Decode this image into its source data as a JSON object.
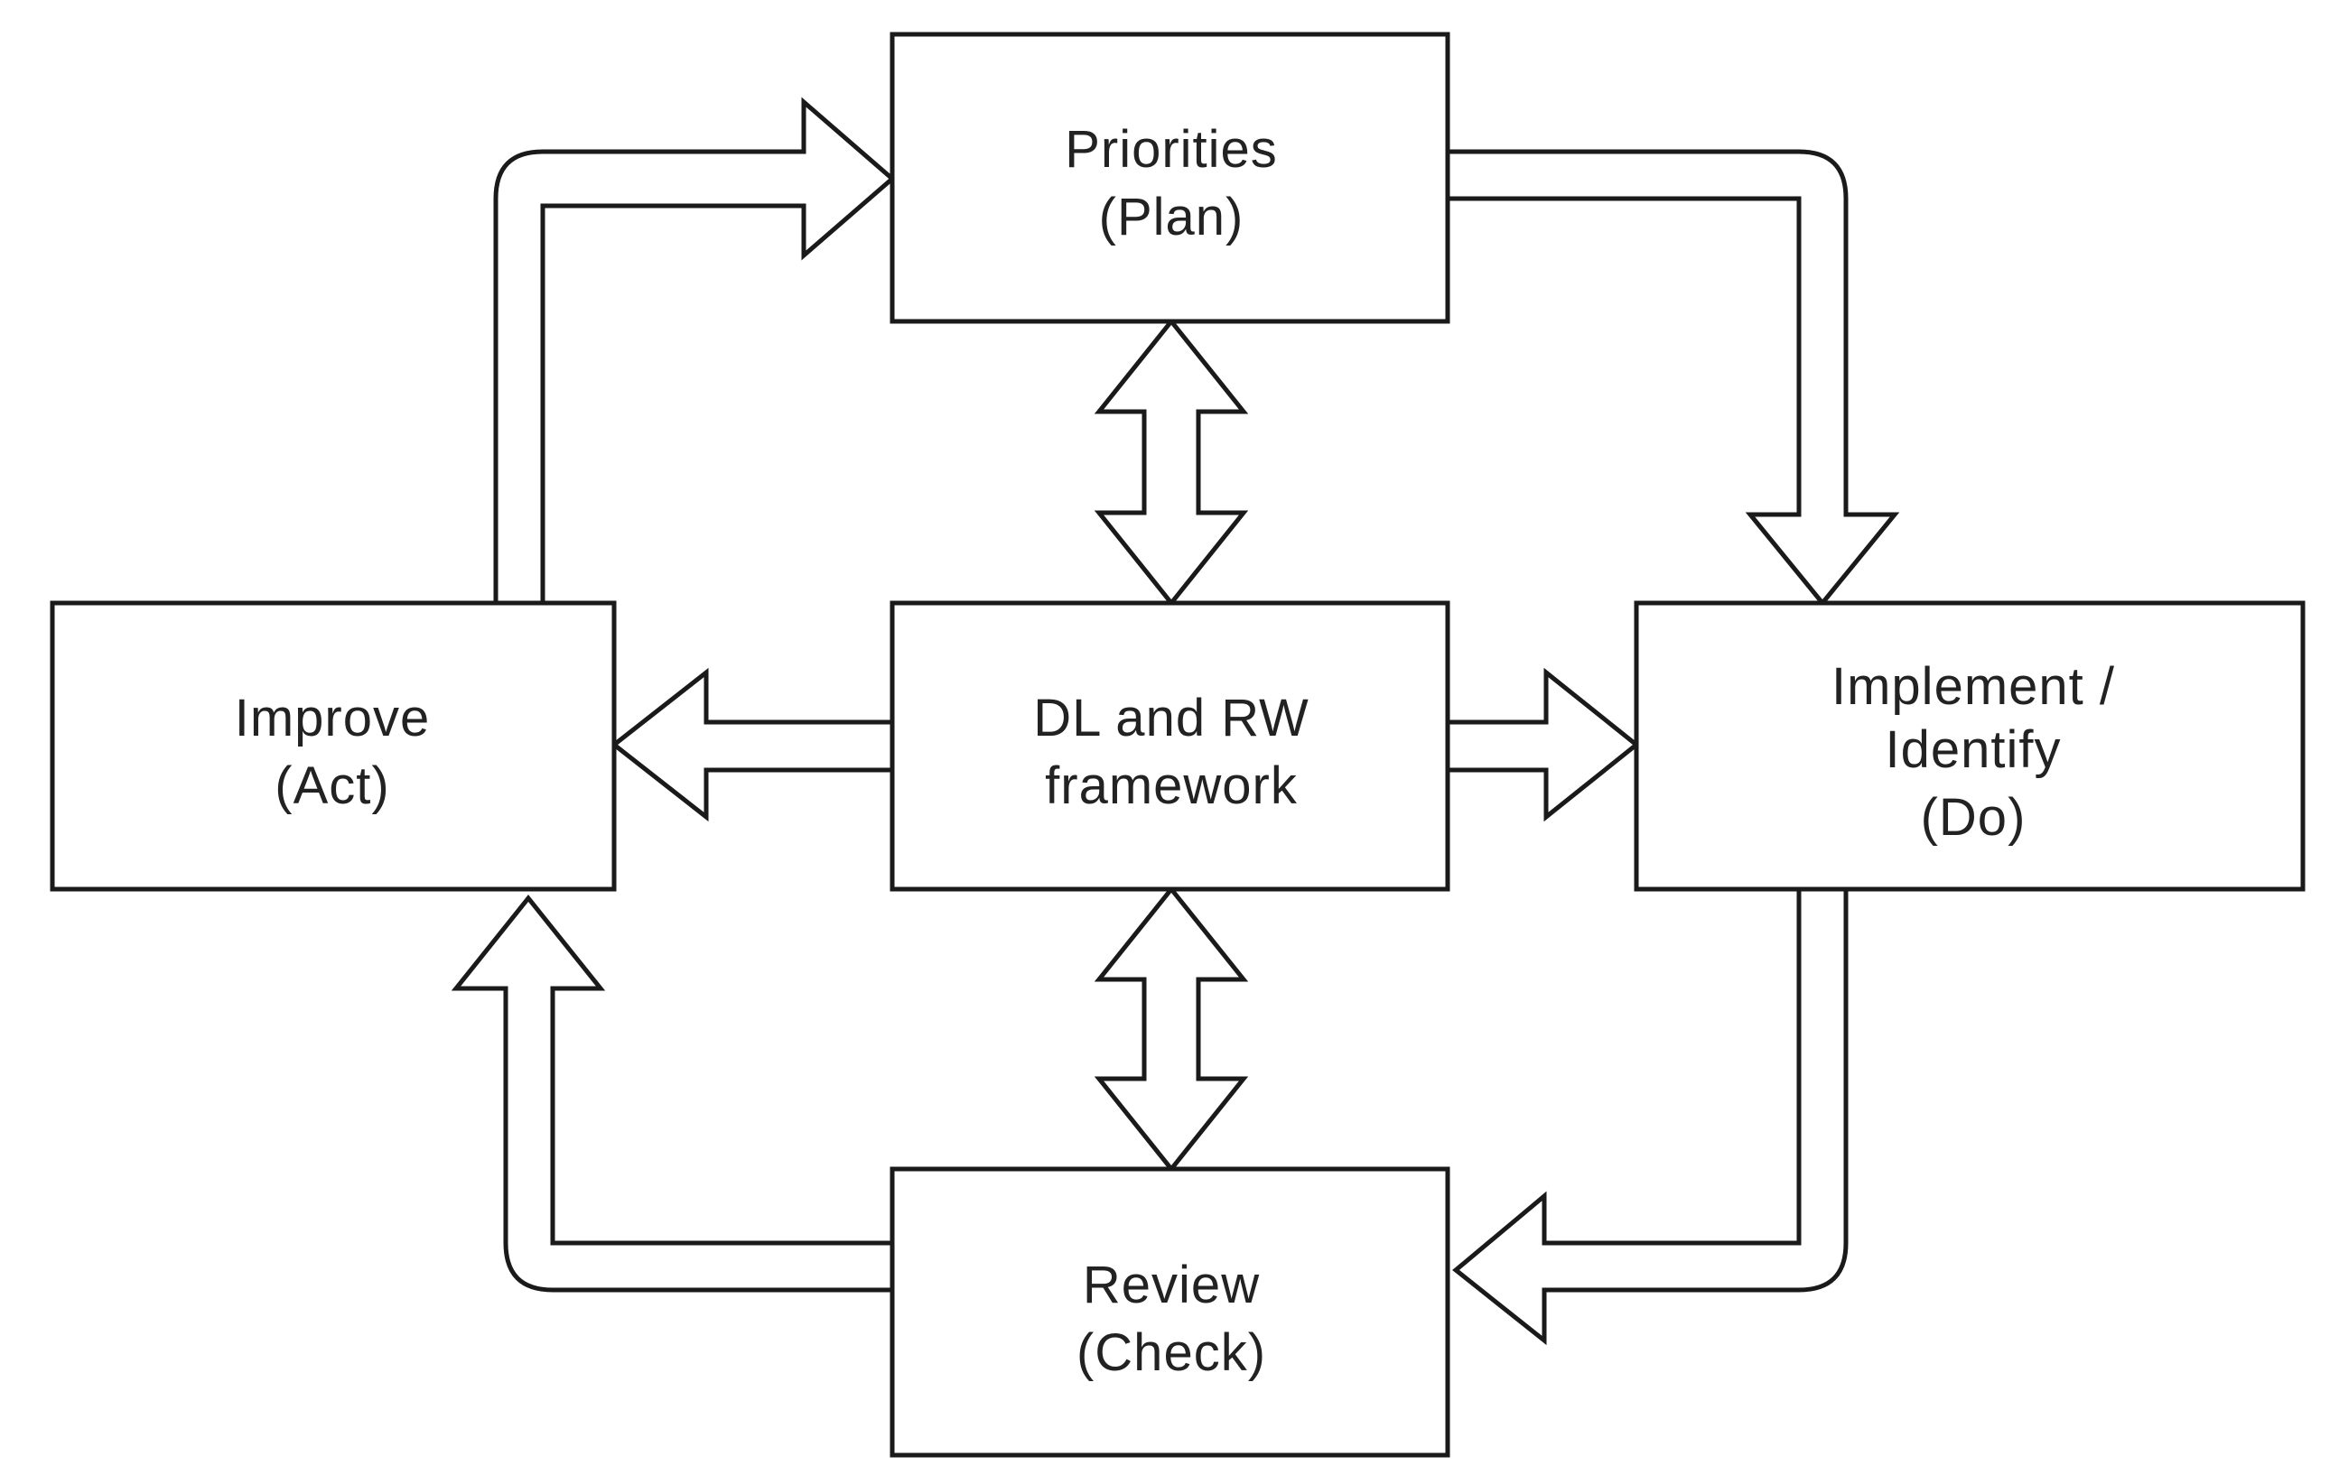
{
  "diagram": {
    "nodes": {
      "plan": {
        "lines": [
          "Priorities",
          "(Plan)"
        ]
      },
      "do": {
        "lines": [
          "Implement /",
          "Identify",
          "(Do)"
        ]
      },
      "check": {
        "lines": [
          "Review",
          "(Check)"
        ]
      },
      "act": {
        "lines": [
          "Improve",
          "(Act)"
        ]
      },
      "center": {
        "lines": [
          "DL and RW",
          "framework"
        ]
      }
    },
    "edges": [
      {
        "from": "plan",
        "to": "do",
        "style": "one-way"
      },
      {
        "from": "do",
        "to": "check",
        "style": "one-way"
      },
      {
        "from": "check",
        "to": "act",
        "style": "one-way"
      },
      {
        "from": "act",
        "to": "plan",
        "style": "one-way"
      },
      {
        "from": "center",
        "to": "plan",
        "style": "two-way"
      },
      {
        "from": "center",
        "to": "check",
        "style": "two-way"
      },
      {
        "from": "center",
        "to": "act",
        "style": "one-way"
      },
      {
        "from": "center",
        "to": "do",
        "style": "one-way"
      }
    ],
    "colors": {
      "stroke": "#1a1a1a",
      "fill": "#ffffff",
      "text": "#222222"
    }
  }
}
